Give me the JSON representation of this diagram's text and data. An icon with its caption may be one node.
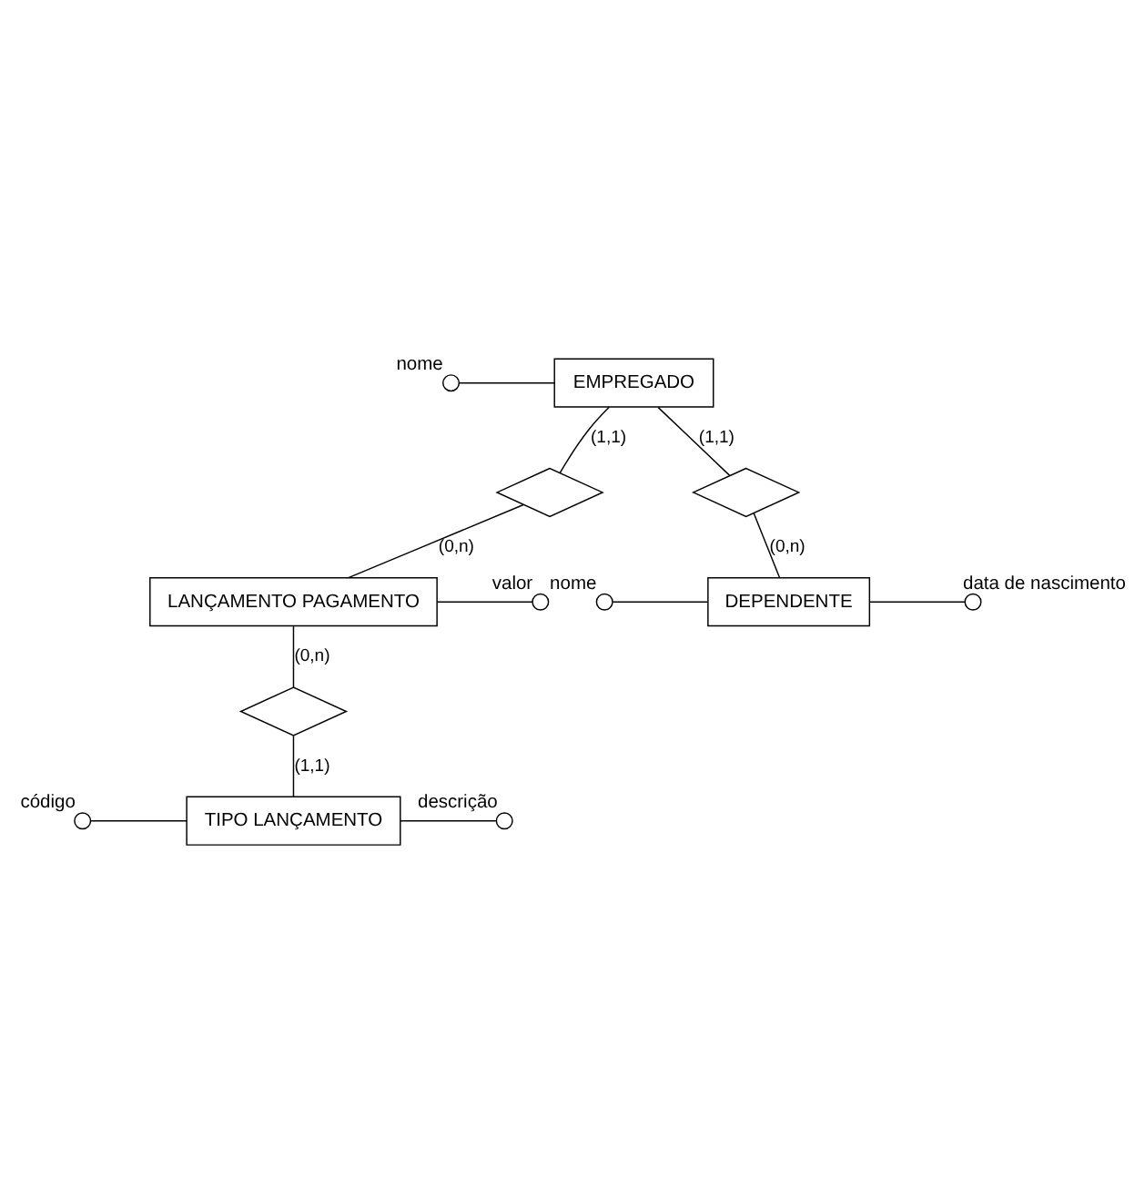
{
  "diagram": {
    "nodes": [
      {
        "text": [],
        "shape": "circle",
        "beside": [
          "nome"
        ]
      },
      {
        "text": [
          "EMPREGADO"
        ]
      },
      {
        "text": [],
        "shape": "diamond"
      },
      {
        "text": [],
        "shape": "diamond"
      },
      {
        "text": [],
        "shape": "circle",
        "beside": [
          "nome"
        ]
      },
      {
        "text": [
          "LANÇAMENTO PAGAMENTO"
        ]
      },
      {
        "text": [],
        "shape": "circle",
        "beside": [
          "valor"
        ]
      },
      {
        "text": [
          "DEPENDENTE"
        ]
      },
      {
        "text": [],
        "shape": "circle",
        "beside": [
          "data de nascimento"
        ]
      },
      {
        "text": [],
        "shape": "diamond"
      },
      {
        "text": [],
        "shape": "circle",
        "beside": [
          "código"
        ]
      },
      {
        "text": [
          "TIPO LANÇAMENTO"
        ]
      },
      {
        "text": [],
        "shape": "circle",
        "beside": [
          "descrição"
        ]
      }
    ],
    "edges": [
      {
        "from": 0,
        "to": 1,
        "arrow": "none"
      },
      {
        "from": 1,
        "to": 2,
        "arrow": "none",
        "label": "(1,1)"
      },
      {
        "from": 2,
        "to": 5,
        "arrow": "none",
        "label": "(0,n)"
      },
      {
        "from": 1,
        "to": 3,
        "arrow": "none",
        "label": "(1,1)"
      },
      {
        "from": 3,
        "to": 7,
        "arrow": "none",
        "label": "(0,n)"
      },
      {
        "from": 4,
        "to": 7,
        "arrow": "none"
      },
      {
        "from": 5,
        "to": 6,
        "arrow": "none"
      },
      {
        "from": 7,
        "to": 8,
        "arrow": "none"
      },
      {
        "from": 5,
        "to": 9,
        "arrow": "none",
        "label": "(0,n)"
      },
      {
        "from": 9,
        "to": 11,
        "arrow": "none",
        "label": "(1,1)"
      },
      {
        "from": 10,
        "to": 11,
        "arrow": "none"
      },
      {
        "from": 11,
        "to": 12,
        "arrow": "none"
      }
    ]
  }
}
